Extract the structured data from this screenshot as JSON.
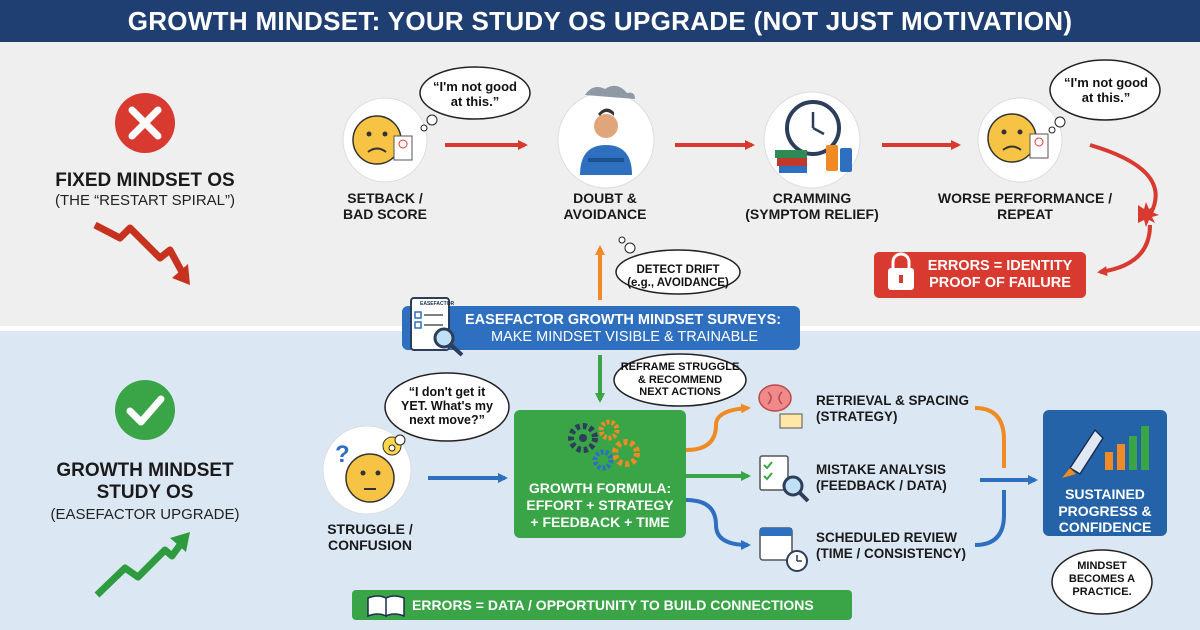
{
  "title": "GROWTH MINDSET: YOUR STUDY OS UPGRADE (NOT JUST MOTIVATION)",
  "fixed": {
    "heading": "FIXED MINDSET OS",
    "subheading": "(THE “RESTART SPIRAL”)",
    "stages": [
      {
        "label_1": "SETBACK /",
        "label_2": "BAD SCORE",
        "thought": "“I'm not good at this.”",
        "icon": "worried-face-icon"
      },
      {
        "label_1": "DOUBT &",
        "label_2": "AVOIDANCE",
        "icon": "person-crossed-arms-icon"
      },
      {
        "label_1": "CRAMMING",
        "label_2": "(SYMPTOM RELIEF)",
        "icon": "clock-books-energy-icon"
      },
      {
        "label_1": "WORSE PERFORMANCE /",
        "label_2": "REPEAT",
        "thought": "“I'm not good at this.”",
        "icon": "worried-face-icon"
      }
    ],
    "errors_box": {
      "line_1": "ERRORS = IDENTITY",
      "line_2": "PROOF OF FAILURE",
      "icon": "padlock-icon"
    }
  },
  "survey": {
    "line_1": "EASEFACTOR GROWTH MINDSET SURVEYS:",
    "line_2": "MAKE MINDSET VISIBLE & TRAINABLE",
    "clipboard_label": "EASEFACTOR",
    "detect_bubble": {
      "line_1": "DETECT DRIFT",
      "line_2": "(e.g., AVOIDANCE)"
    },
    "reframe_bubble": {
      "line_1": "REFRAME STRUGGLE",
      "line_2": "& RECOMMEND",
      "line_3": "NEXT ACTIONS"
    }
  },
  "growth": {
    "heading_1": "GROWTH MINDSET",
    "heading_2": "STUDY OS",
    "subheading": "(EASEFACTOR UPGRADE)",
    "thought": {
      "line_1": "“I don't get it",
      "line_2": "YET. What's my",
      "line_3": "next move?”"
    },
    "struggle": {
      "label_1": "STRUGGLE /",
      "label_2": "CONFUSION"
    },
    "formula": {
      "line_1": "GROWTH FORMULA:",
      "line_2": "EFFORT + STRATEGY",
      "line_3": "+ FEEDBACK + TIME"
    },
    "steps": [
      {
        "line_1": "RETRIEVAL & SPACING",
        "line_2": "(STRATEGY)",
        "icon": "brain-cards-icon"
      },
      {
        "line_1": "MISTAKE ANALYSIS",
        "line_2": "(FEEDBACK / DATA)",
        "icon": "checklist-magnifier-icon"
      },
      {
        "line_1": "SCHEDULED REVIEW",
        "line_2": "(TIME / CONSISTENCY)",
        "icon": "calendar-clock-icon"
      }
    ],
    "outcome": {
      "line_1": "SUSTAINED",
      "line_2": "PROGRESS &",
      "line_3": "CONFIDENCE",
      "icon": "rocket-bars-icon"
    },
    "practice_bubble": {
      "line_1": "MINDSET",
      "line_2": "BECOMES A",
      "line_3": "PRACTICE."
    },
    "errors_box": "ERRORS = DATA / OPPORTUNITY TO BUILD CONNECTIONS"
  },
  "colors": {
    "title_bg": "#1f3f73",
    "fixed_red": "#d93a2f",
    "growth_green": "#3aa547",
    "survey_blue": "#2f6fbf",
    "outcome_blue": "#2463a8",
    "orange": "#f08a24"
  }
}
